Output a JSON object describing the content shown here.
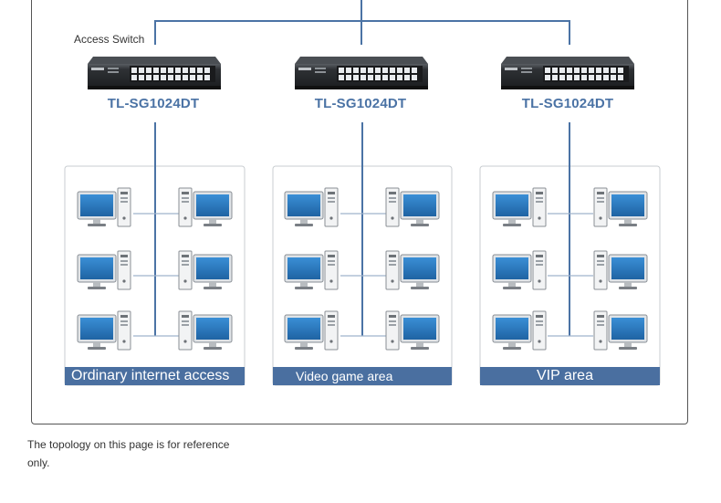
{
  "access_switch_label": "Access Switch",
  "switches": [
    {
      "model": "TL-SG1024DT"
    },
    {
      "model": "TL-SG1024DT"
    },
    {
      "model": "TL-SG1024DT"
    }
  ],
  "areas": [
    {
      "label": "Ordinary internet access"
    },
    {
      "label": "Video game area"
    },
    {
      "label": "VIP area"
    }
  ],
  "caption": "The topology on this page is for reference only.",
  "colors": {
    "line": "#4b73a5",
    "area_bar": "#4a6fa0",
    "switch_body": "#2e3135",
    "monitor_screen": "#2f7fc4"
  }
}
